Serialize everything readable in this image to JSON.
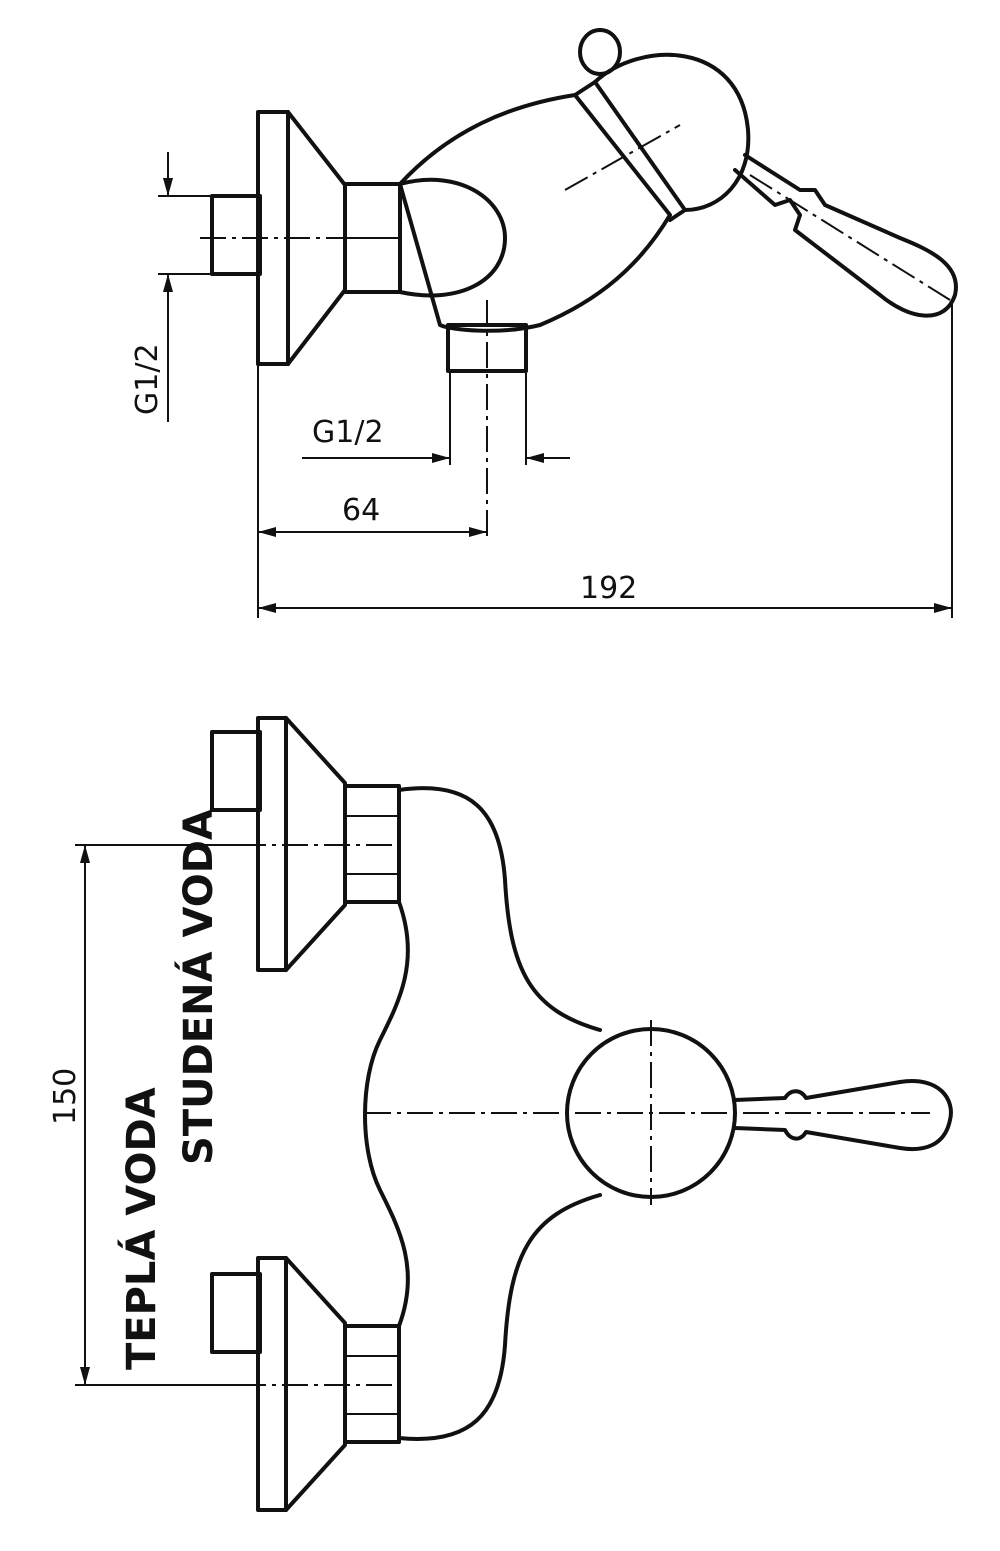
{
  "side_view": {
    "thread_left": "G1/2",
    "thread_bottom": "G1/2",
    "dim_outlet": "64",
    "dim_total": "192"
  },
  "front_view": {
    "dim_spacing": "150",
    "label_cold": "STUDENÁ VODA",
    "label_hot": "TEPLÁ VODA"
  }
}
